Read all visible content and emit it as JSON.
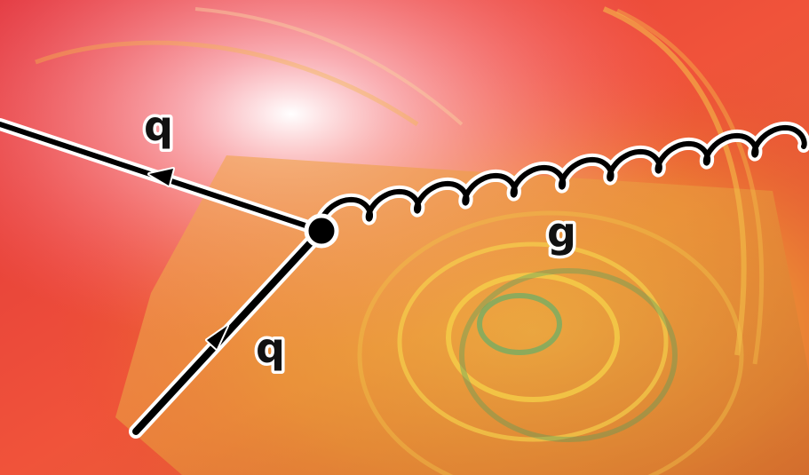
{
  "diagram": {
    "kind": "feynman-vertex",
    "particles": [
      {
        "role": "incoming-quark",
        "label": "q"
      },
      {
        "role": "outgoing-quark",
        "label": "q"
      },
      {
        "role": "emitted-gluon",
        "label": "g"
      }
    ]
  },
  "colors": {
    "line": "#000000",
    "outline": "#ffffff",
    "background_base": "#e8462e",
    "background_warm": "#f2a93a"
  }
}
